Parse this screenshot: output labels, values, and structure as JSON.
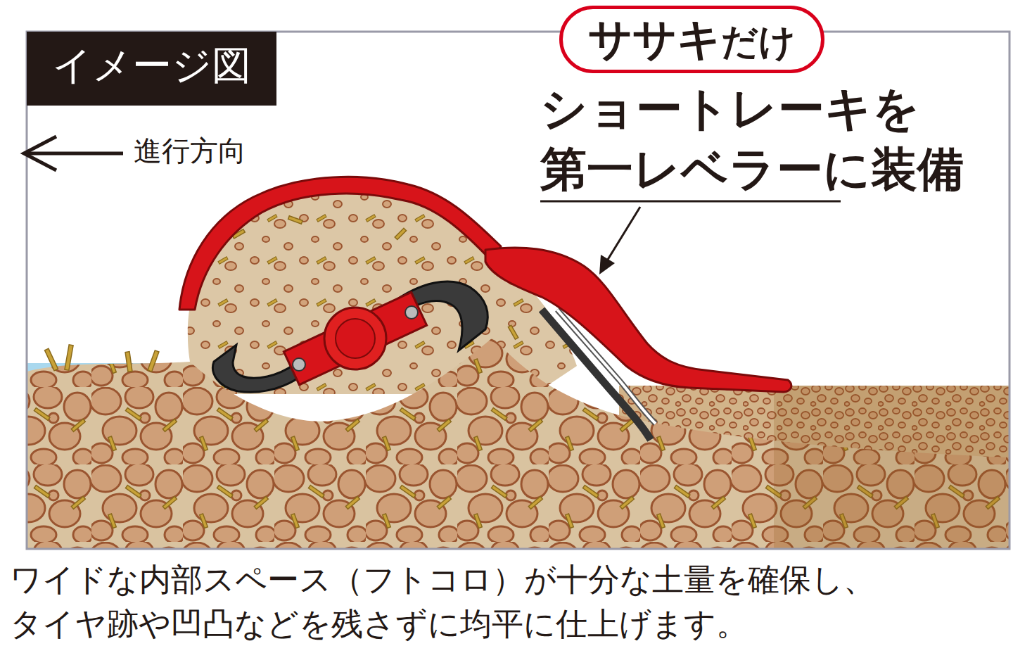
{
  "diagram": {
    "caption": "ワイドな内部スペース（フトコロ）が十分な土量を確保し、 タイヤ跡や凹凸などを残さずに均平に仕上げます。",
    "nodes": [
      {
        "text": [
          "イメージ図"
        ]
      },
      {
        "text": [
          "ササキ",
          "だけ"
        ]
      }
    ],
    "labels": [
      "進行方向",
      "ショートレーキを 第一レベラーに装備"
    ]
  }
}
